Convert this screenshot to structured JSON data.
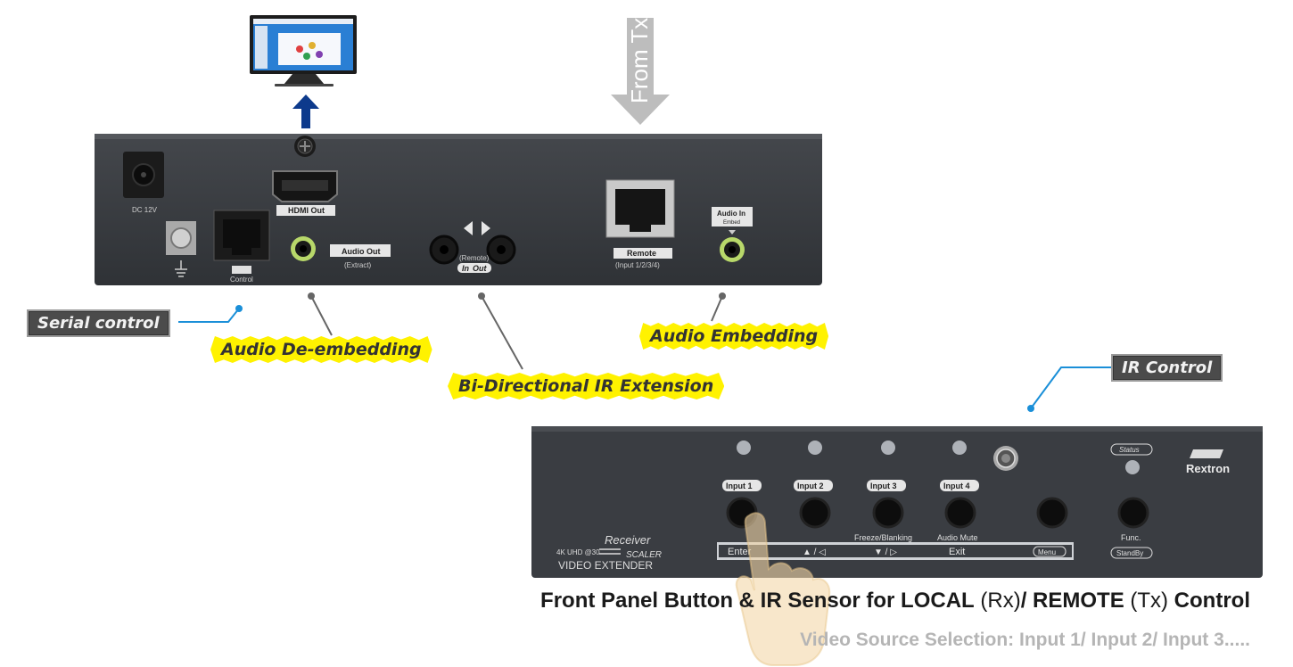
{
  "rear_panel": {
    "dc_label": "DC 12V",
    "hdmi_out": "HDMI Out",
    "control": "Control",
    "audio_out": "Audio Out",
    "extract": "(Extract)",
    "remote_ir": "(Remote)",
    "in": "In",
    "out": "Out",
    "remote": "Remote",
    "remote_inputs": "(Input 1/2/3/4)",
    "audio_in": "Audio In",
    "embed": "Embed"
  },
  "from_tx": "From Tx",
  "labels": {
    "serial_control": "Serial control",
    "audio_de_embedding": "Audio De-embedding",
    "bi_directional_ir": "Bi-Directional IR Extension",
    "audio_embedding": "Audio Embedding",
    "ir_control": "IR Control"
  },
  "front_panel": {
    "inputs": [
      "Input 1",
      "Input 2",
      "Input 3",
      "Input 4"
    ],
    "freeze_blanking": "Freeze/Blanking",
    "audio_mute": "Audio Mute",
    "func": "Func.",
    "standby": "StandBy",
    "status": "Status",
    "brand": "Rextron",
    "enter": "Enter",
    "left_nav": "▲ / ◁",
    "right_nav": "▼ / ▷",
    "exit": "Exit",
    "menu": "Menu",
    "receiver": "Receiver",
    "scaler": "SCALER",
    "resolution": "4K UHD @30",
    "video_extender": "VIDEO EXTENDER"
  },
  "caption": {
    "part1": "Front Panel Button & IR Sensor for ",
    "local": "LOCAL",
    "rx": " (Rx)",
    "sep": "/ ",
    "remote": "REMOTE",
    "tx": " (Tx)",
    "control": " Control"
  },
  "subcaption": "Video Source Selection: Input 1/ Input 2/ Input 3.....",
  "colors": {
    "device": "#3a3d42",
    "yellow": "#fff200",
    "dark_tag": "#4b4b4b",
    "arrow_blue": "#0d3a8c",
    "leader_blue": "#1a8fd8"
  }
}
